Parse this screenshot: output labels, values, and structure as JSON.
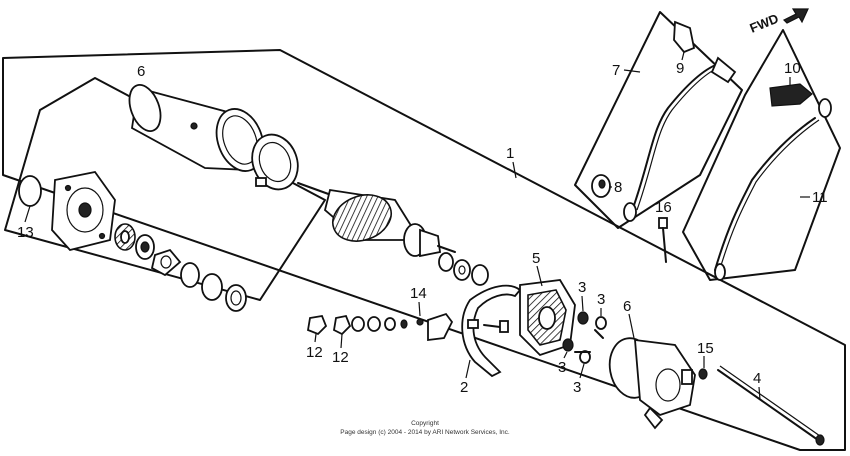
{
  "direction_label": "FWD",
  "callouts": {
    "c1": "1",
    "c2": "2",
    "c3a": "3",
    "c3b": "3",
    "c3c": "3",
    "c3d": "3",
    "c4": "4",
    "c5": "5",
    "c6a": "6",
    "c6b": "6",
    "c7": "7",
    "c8": "8",
    "c9": "9",
    "c10": "10",
    "c11": "11",
    "c12a": "12",
    "c12b": "12",
    "c13": "13",
    "c14": "14",
    "c15": "15",
    "c16": "16"
  },
  "copyright": {
    "line1": "Copyright",
    "line2": "Page design (c) 2004 - 2014 by ARI Network Services, Inc."
  }
}
